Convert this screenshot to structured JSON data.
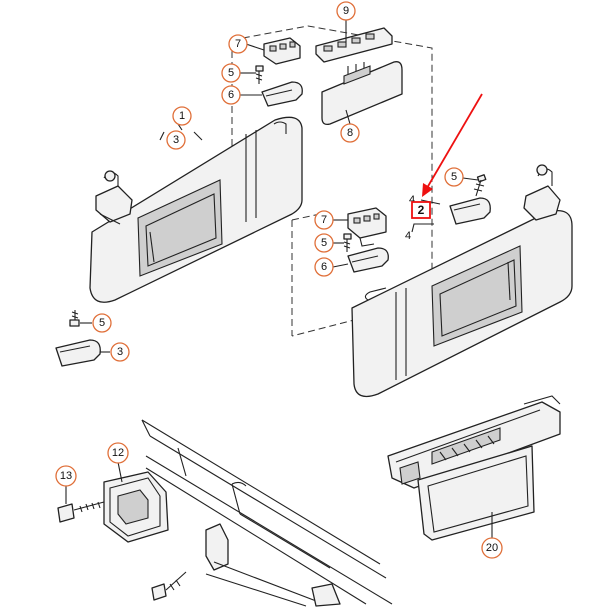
{
  "callouts": {
    "c1": "1",
    "c3a": "3",
    "c3b": "3",
    "c5a": "5",
    "c5b": "5",
    "c5c": "5",
    "c5d": "5",
    "c6a": "6",
    "c6b": "6",
    "c7a": "7",
    "c7b": "7",
    "c8": "8",
    "c9": "9",
    "c12": "12",
    "c13": "13",
    "c20": "20"
  },
  "plain_labels": {
    "p4a": "4",
    "p4b": "4"
  },
  "highlight": {
    "label": "2",
    "color": "#e11111"
  },
  "colors": {
    "callout_ring": "#e0703a",
    "line": "#222222"
  }
}
